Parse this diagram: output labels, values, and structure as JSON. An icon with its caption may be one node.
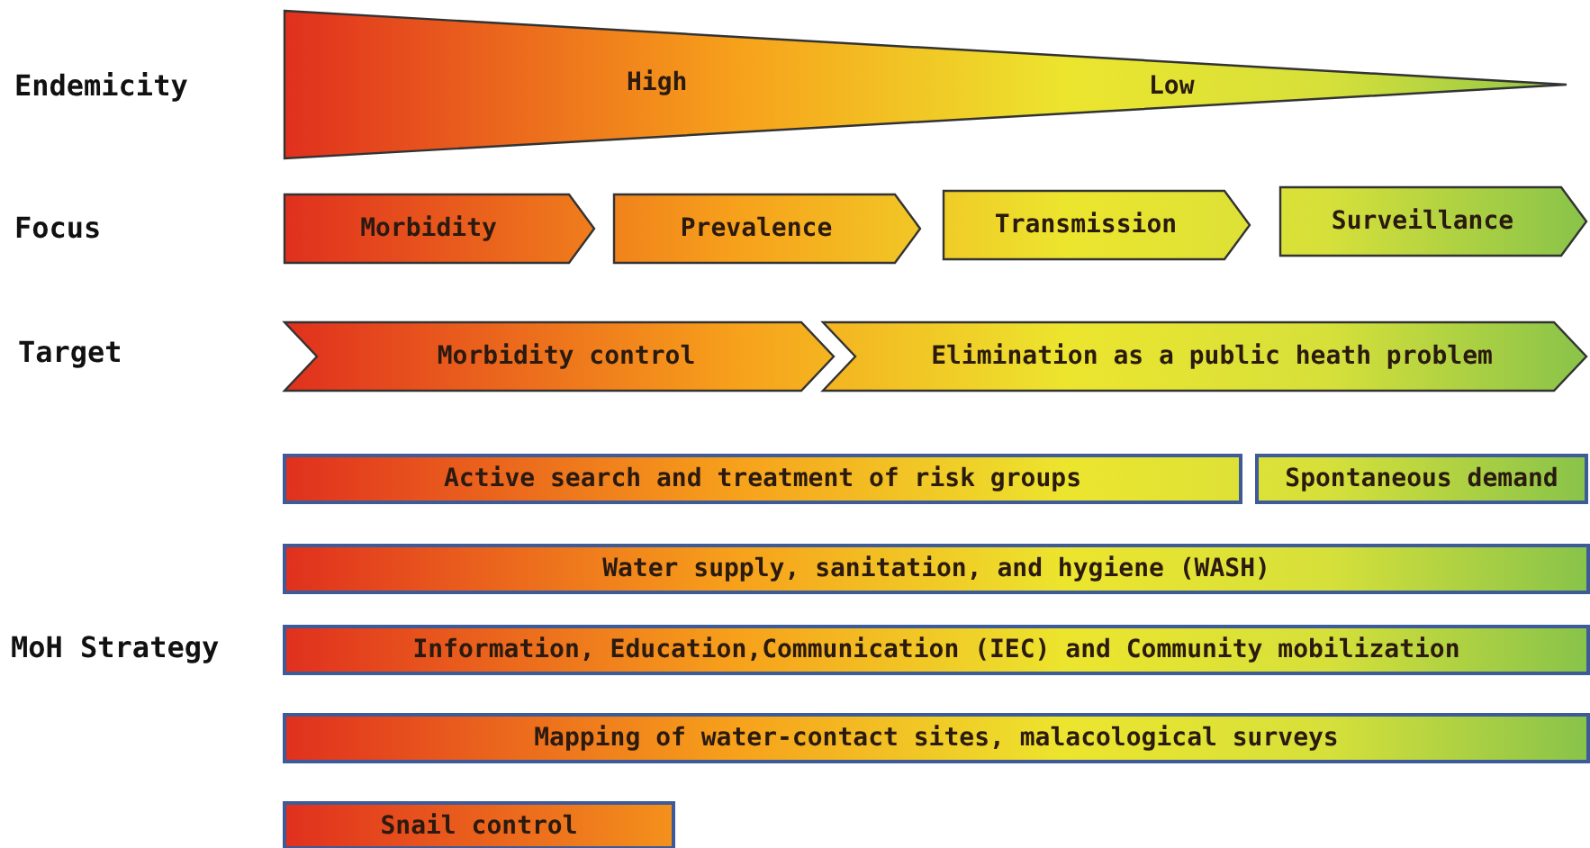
{
  "diagram": {
    "nodes": [
      {
        "text": [
          "High",
          "Low"
        ]
      },
      {
        "text": [
          "Morbidity"
        ]
      },
      {
        "text": [
          "Prevalence"
        ]
      },
      {
        "text": [
          "Transmission"
        ]
      },
      {
        "text": [
          "Surveillance"
        ]
      },
      {
        "text": [
          "Morbidity control"
        ]
      },
      {
        "text": [
          "Elimination as a public heath problem"
        ]
      },
      {
        "text": [
          "Active search and treatment of risk groups"
        ]
      },
      {
        "text": [
          "Spontaneous demand"
        ]
      },
      {
        "text": [
          "Water supply, sanitation, and hygiene (WASH)"
        ]
      },
      {
        "text": [
          "Information, Education,Communication (IEC) and Community mobilization"
        ]
      },
      {
        "text": [
          "Mapping of water-contact sites, malacological surveys"
        ]
      },
      {
        "text": [
          "Snail control"
        ]
      }
    ],
    "labels": [
      "Endemicity",
      "Focus",
      "Target",
      "MoH Strategy"
    ]
  }
}
